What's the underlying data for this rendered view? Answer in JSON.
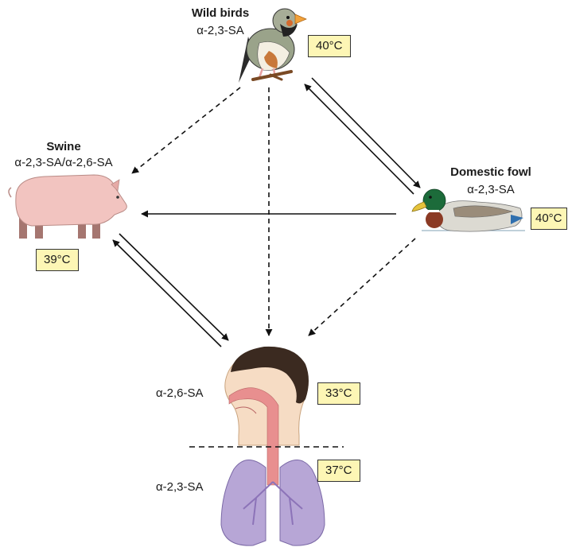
{
  "nodes": {
    "wild_birds": {
      "name": "Wild birds",
      "receptor": "α-2,3-SA",
      "temperature": "40°C"
    },
    "swine": {
      "name": "Swine",
      "receptor": "α-2,3-SA/α-2,6-SA",
      "temperature": "39°C"
    },
    "domestic_fowl": {
      "name": "Domestic fowl",
      "receptor": "α-2,3-SA",
      "temperature": "40°C"
    },
    "human": {
      "upper_receptor": "α-2,6-SA",
      "upper_temperature": "33°C",
      "lower_receptor": "α-2,3-SA",
      "lower_temperature": "37°C"
    }
  },
  "colors": {
    "temp_box": "#fdf6b5",
    "pig": "#f2c4c0",
    "duck_head": "#1c6b3a",
    "face": "#f6dcc4",
    "hair": "#3b2a20",
    "lungs": "#b7a6d6",
    "airway": "#e88f8f"
  },
  "edges": [
    {
      "from": "wild_birds",
      "to": "swine",
      "style": "dashed"
    },
    {
      "from": "wild_birds",
      "to": "human",
      "style": "dashed"
    },
    {
      "from": "wild_birds",
      "to": "domestic_fowl",
      "style": "solid",
      "direction": "both"
    },
    {
      "from": "domestic_fowl",
      "to": "swine",
      "style": "solid"
    },
    {
      "from": "domestic_fowl",
      "to": "human",
      "style": "dashed"
    },
    {
      "from": "swine",
      "to": "human",
      "style": "solid",
      "direction": "both"
    }
  ]
}
